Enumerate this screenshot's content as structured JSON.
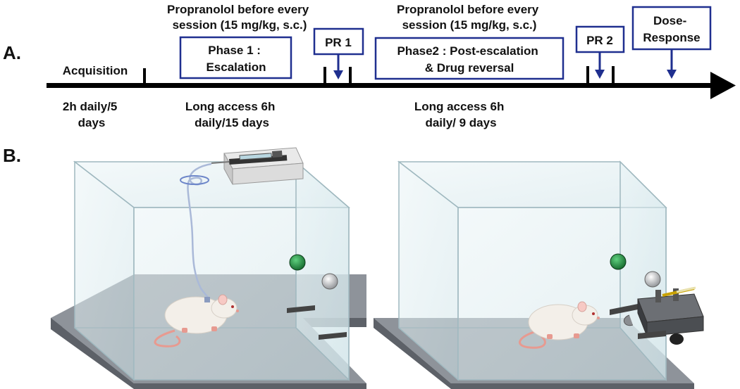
{
  "panel_labels": {
    "a": "A.",
    "b": "B."
  },
  "timeline": {
    "propranolol_1": [
      "Propranolol before every",
      "session (15 mg/kg, s.c.)"
    ],
    "propranolol_2": [
      "Propranolol before every",
      "session (15 mg/kg, s.c.)"
    ],
    "acquisition": "Acquisition",
    "acquisition_schedule": [
      "2h daily/5",
      "days"
    ],
    "phase1": [
      "Phase 1 :",
      "Escalation"
    ],
    "phase1_schedule": [
      "Long access 6h",
      "daily/15 days"
    ],
    "pr1": "PR 1",
    "phase2": [
      "Phase2 : Post-escalation",
      "& Drug reversal"
    ],
    "phase2_schedule": [
      "Long access 6h",
      "daily/ 9 days"
    ],
    "pr2": "PR 2",
    "dose_response": [
      "Dose-",
      "Response"
    ]
  },
  "colors": {
    "box_border": "#1f2f8f",
    "arrow_blue": "#1f2f8f",
    "timeline": "#000000",
    "glass": "#dfeef2",
    "glass_edge": "#9fb8bf",
    "floor_top": "#8e939a",
    "floor_side": "#5d6168",
    "lever_green": "#1f8a3c",
    "rat": "#f3efe9",
    "tail": "#e79a90"
  },
  "icons": {
    "syringe_pump": "syringe-pump-icon",
    "rat": "rat-icon",
    "cue_light": "cue-light-icon",
    "nosepoke": "nosepoke-icon",
    "lever": "lever-icon",
    "oral_dispenser": "oral-dispenser-icon"
  }
}
